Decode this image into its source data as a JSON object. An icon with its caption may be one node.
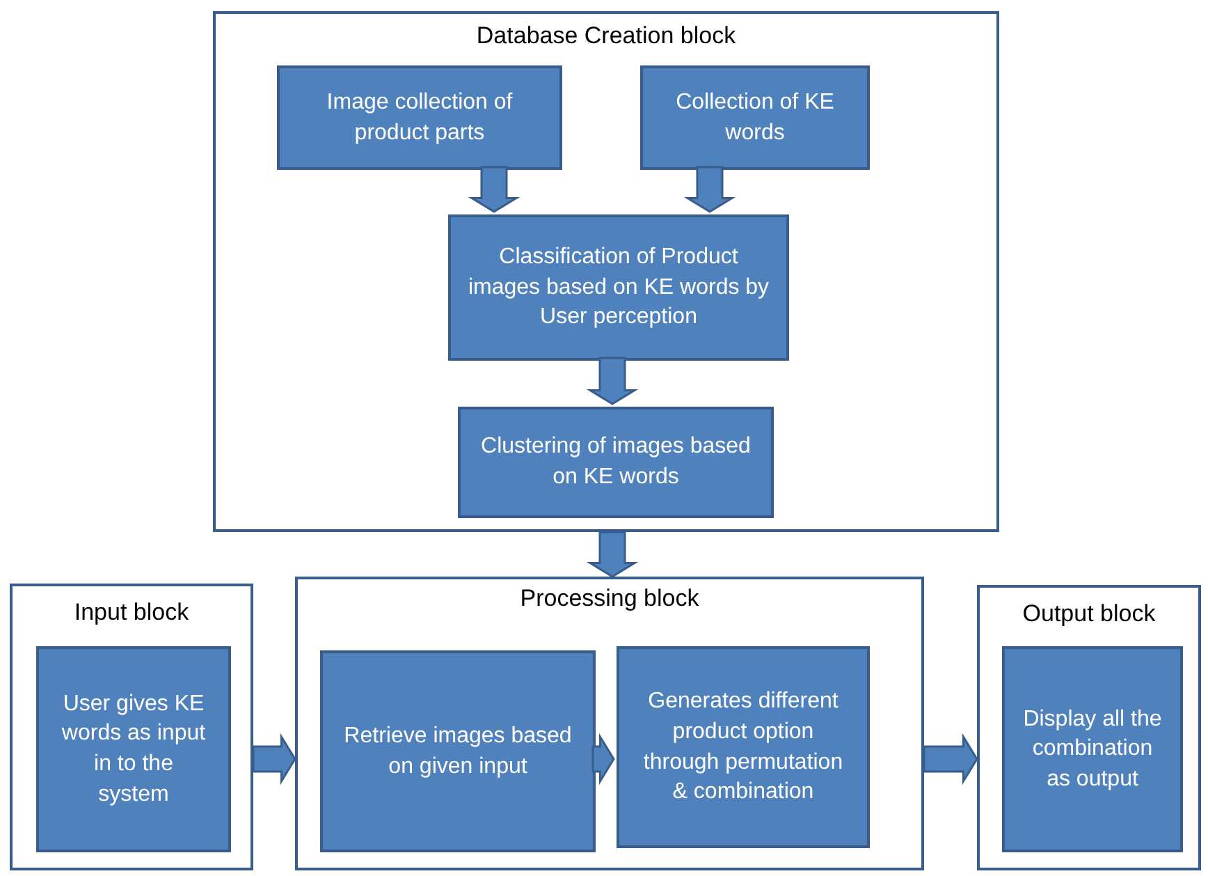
{
  "diagram": {
    "nodes": [
      {
        "text": [
          "Database Creation block"
        ]
      },
      {
        "text": [
          "Image collection of product parts"
        ],
        "in": 0
      },
      {
        "text": [
          "Collection of KE words"
        ],
        "in": 0
      },
      {
        "text": [
          "Classification of Product images based on KE words by User perception"
        ],
        "in": 0
      },
      {
        "text": [
          "Clustering of images based on KE words"
        ],
        "in": 0
      },
      {
        "text": [
          "Input block"
        ]
      },
      {
        "text": [
          "User gives KE words as input in to the system"
        ],
        "in": 5
      },
      {
        "text": [
          "Processing block"
        ]
      },
      {
        "text": [
          "Retrieve images based on given input"
        ],
        "in": 7
      },
      {
        "text": [
          "Generates different product option through permutation & combination"
        ],
        "in": 7
      },
      {
        "text": [
          "Output block"
        ]
      },
      {
        "text": [
          "Display all the combination as output"
        ],
        "in": 10
      }
    ],
    "edges": [
      {
        "from": 1,
        "to": 3,
        "arrow": "to",
        "style": "thick"
      },
      {
        "from": 2,
        "to": 3,
        "arrow": "to",
        "style": "thick"
      },
      {
        "from": 3,
        "to": 4,
        "arrow": "to",
        "style": "thick"
      },
      {
        "from": 0,
        "to": 7,
        "arrow": "to",
        "style": "thick"
      },
      {
        "from": 5,
        "to": 7,
        "arrow": "to",
        "style": "thick"
      },
      {
        "from": 8,
        "to": 9,
        "arrow": "to",
        "style": "thick"
      },
      {
        "from": 7,
        "to": 10,
        "arrow": "to",
        "style": "thick"
      }
    ]
  }
}
